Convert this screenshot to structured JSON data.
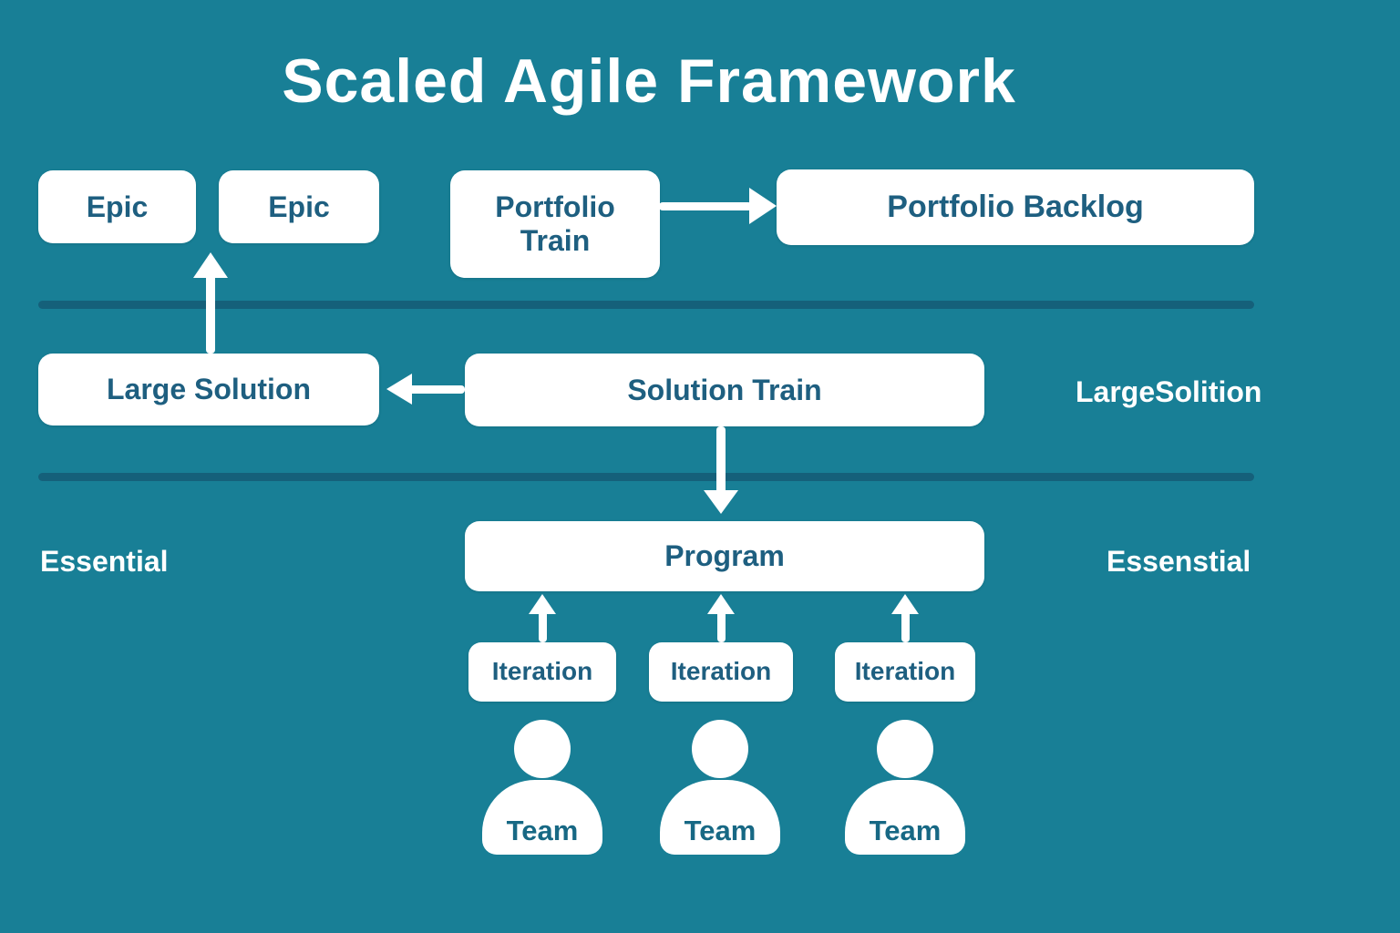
{
  "title": "Scaled Agile Framework",
  "levels": {
    "portfolio": {
      "epic_1": "Epic",
      "epic_2": "Epic",
      "portfolio_train": "Portfolio Train",
      "portfolio_backlog": "Portfolio Backlog"
    },
    "large_solution": {
      "large_solution_box": "Large Solution",
      "solution_train": "Solution Train",
      "side_label": "LargeSolition"
    },
    "essential": {
      "left_label": "Essential",
      "right_label": "Essenstial",
      "program": "Program",
      "iterations": [
        "Iteration",
        "Iteration",
        "Iteration"
      ],
      "teams": [
        "Team",
        "Team",
        "Team"
      ]
    }
  },
  "colors": {
    "background": "#187F96",
    "divider": "#15607A",
    "box_fill": "#FFFFFF",
    "box_text": "#1E5F80",
    "title_text": "#FFFFFF"
  }
}
